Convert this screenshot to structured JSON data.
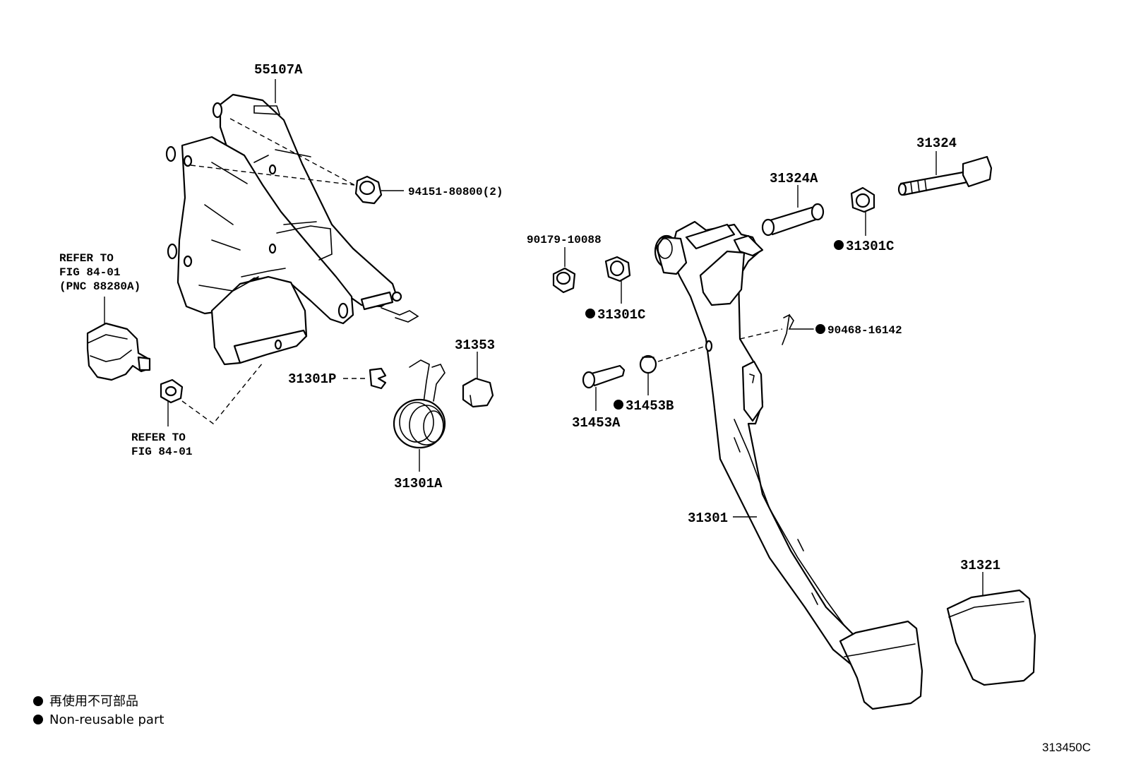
{
  "labels": {
    "bracket": "55107A",
    "bracket_nut": "94151-80800(2)",
    "refer_top_1": "REFER TO",
    "refer_top_2": "FIG 84-01",
    "refer_top_3": "(PNC 88280A)",
    "refer_bottom_1": "REFER TO",
    "refer_bottom_2": "FIG 84-01",
    "clip": "31301P",
    "spring": "31301A",
    "cushion": "31353",
    "nut_small": "90179-10088",
    "bushing_left": "31301C",
    "pin": "31453A",
    "bushing_pin": "31453B",
    "collar": "31324A",
    "bolt": "31324",
    "bushing_right": "31301C",
    "clip_pin": "90468-16142",
    "pedal_arm": "31301",
    "pedal_pad": "31321"
  },
  "legend": {
    "japanese": "再使用不可部品",
    "english": "Non-reusable part"
  },
  "figure_code": "313450C"
}
